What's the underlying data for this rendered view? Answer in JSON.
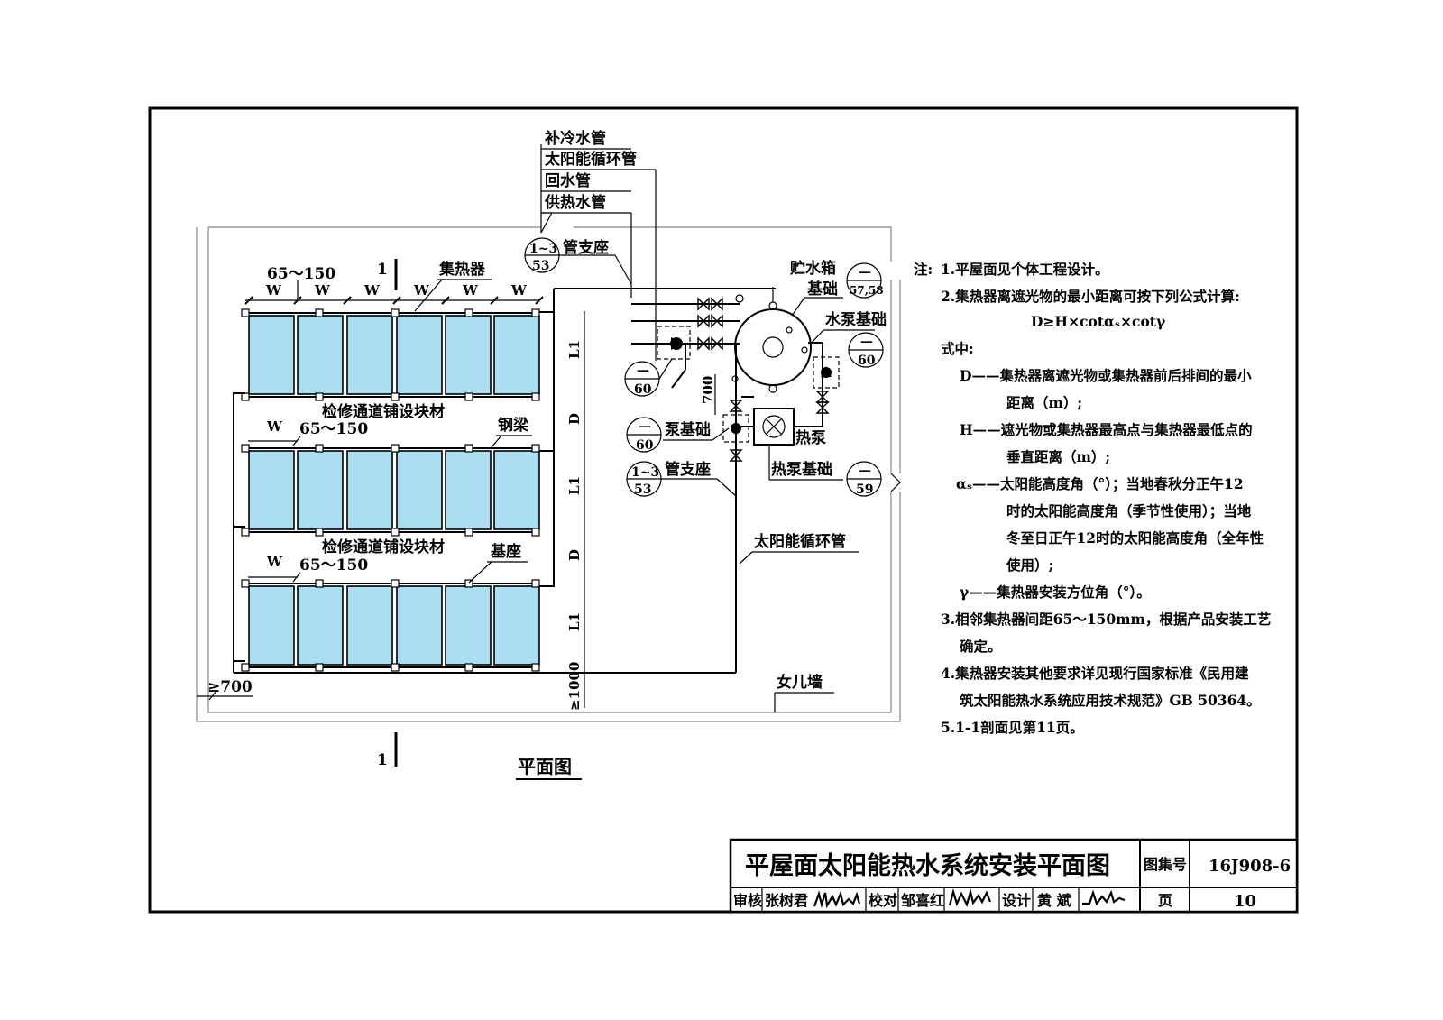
{
  "pipe_legend": {
    "make_up": "补冷水管",
    "solar_loop": "太阳能循环管",
    "return": "回水管",
    "supply": "供热水管"
  },
  "labels": {
    "dim_gap": "65～150",
    "w": "W",
    "section_mark": "1",
    "collector": "集热器",
    "walkway": "检修通道铺设块材",
    "steel_beam": "钢梁",
    "base": "基座",
    "pipe_support": "管支座",
    "tank_base_l1": "贮水箱",
    "tank_base_l2": "基础",
    "pump_base": "水泵基础",
    "pump_base_short": "泵基础",
    "heat_pump": "热泵",
    "heat_pump_base": "热泵基础",
    "solar_loop_pipe": "太阳能循环管",
    "parapet": "女儿墙",
    "min_700": "≥700",
    "min_1000": "≥1000",
    "dim_700": "700",
    "L1": "L1",
    "D": "D",
    "plan_title": "平面图"
  },
  "callouts": {
    "dash": "—",
    "p53": "53",
    "r13": "1~3",
    "p60": "60",
    "p57_58": "57,58",
    "p59": "59"
  },
  "notes": {
    "prefix": "注:",
    "n1": "1.平屋面见个体工程设计。",
    "n2": "2.集热器离遮光物的最小距离可按下列公式计算:",
    "formula": "D≥H×cotαₛ×cotγ",
    "where": "式中:",
    "d_line1": "D——集热器离遮光物或集热器前后排间的最小",
    "d_line2": "距离（m）;",
    "h_line1": "H——遮光物或集热器最高点与集热器最低点的",
    "h_line2": "垂直距离（m）;",
    "a_line1": "αₛ——太阳能高度角（°）；当地春秋分正午12",
    "a_line2": "时的太阳能高度角（季节性使用）；当地",
    "a_line3": "冬至日正午12时的太阳能高度角（全年性",
    "a_line4": "使用）;",
    "g_line": "γ——集热器安装方位角（°）。",
    "n3_line1": "3.相邻集热器间距65～150mm，根据产品安装工艺",
    "n3_line2": "确定。",
    "n4_line1": "4.集热器安装其他要求详见现行国家标准《民用建",
    "n4_line2": "筑太阳能热水系统应用技术规范》GB 50364。",
    "n5": "5.1-1剖面见第11页。"
  },
  "title_block": {
    "title": "平屋面太阳能热水系统安装平面图",
    "atlas_label": "图集号",
    "atlas_no": "16J908-6",
    "review_label": "审核",
    "reviewer": "张树君",
    "check_label": "校对",
    "checker": "邹喜红",
    "design_label": "设计",
    "designer": "黄 斌",
    "page_label": "页",
    "page_no": "10"
  }
}
